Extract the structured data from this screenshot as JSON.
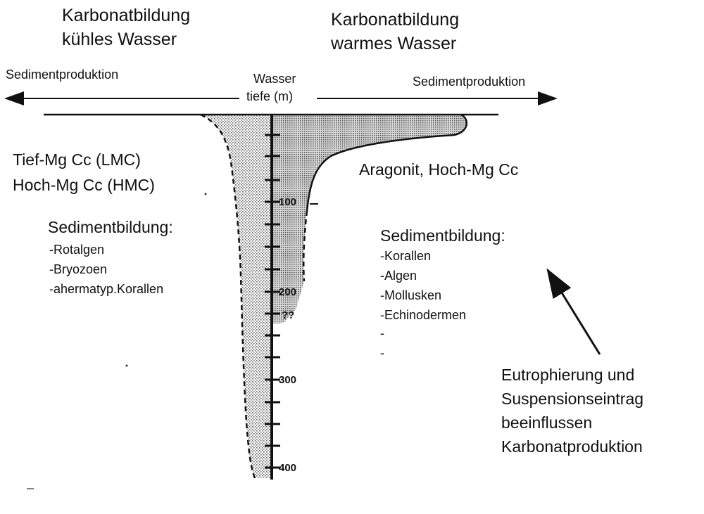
{
  "headers": {
    "left": [
      "Karbonatbildung",
      "kühles  Wasser"
    ],
    "right": [
      "Karbonatbildung",
      "warmes  Wasser"
    ]
  },
  "arrows": {
    "left_label": "Sedimentproduktion",
    "right_label": "Sedimentproduktion"
  },
  "depth_axis": {
    "title": [
      "Wasser",
      "tiefe  (m)"
    ],
    "ticks": [
      "100",
      "200",
      "300",
      "400"
    ],
    "question_mark": "??"
  },
  "left_panel": {
    "minerals": [
      "Tief-Mg  Cc  (LMC)",
      "Hoch-Mg  Cc  (HMC)"
    ],
    "heading": "Sedimentbildung:",
    "items": [
      "-Rotalgen",
      "-Bryozoen",
      "-ahermatyp.Korallen"
    ]
  },
  "right_panel": {
    "minerals": "Aragonit,  Hoch-Mg  Cc",
    "heading": "Sedimentbildung:",
    "items": [
      "-Korallen",
      "-Algen",
      "-Mollusken",
      "-Echinodermen",
      "-",
      "-"
    ]
  },
  "note": [
    "Eutrophierung  und",
    "Suspensionseintrag",
    "beeinflussen",
    "Karbonatproduktion"
  ],
  "colors": {
    "ink": "#111111",
    "stipple": "#9a9a9a",
    "background": "#ffffff"
  }
}
